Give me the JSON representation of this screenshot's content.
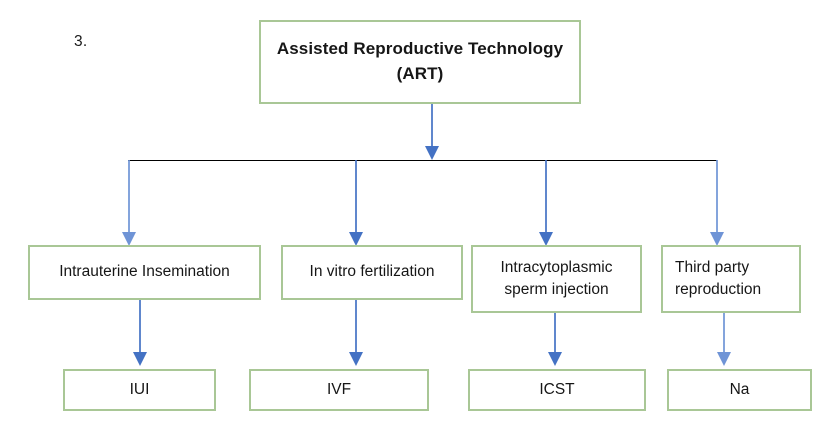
{
  "diagram": {
    "list_number": "3.",
    "root": {
      "label": "Assisted Reproductive Technology (ART)",
      "line1": "Assisted Reproductive Technology",
      "line2": "(ART)"
    },
    "branches": [
      {
        "label": "Intrauterine Insemination",
        "leaf": "IUI"
      },
      {
        "label": "In vitro fertilization",
        "leaf": "IVF"
      },
      {
        "label": "Intracytoplasmic sperm injection",
        "leaf": "ICST"
      },
      {
        "label": "Third party reproduction",
        "leaf": "Na"
      }
    ],
    "colors": {
      "box_border": "#a9c796",
      "arrow": "#4472c4",
      "distribution_bar": "#000000",
      "text": "#161616",
      "background": "#ffffff"
    }
  }
}
